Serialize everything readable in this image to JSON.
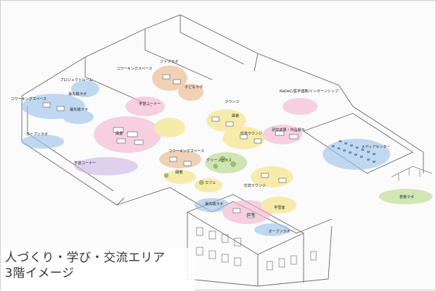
{
  "labels": {
    "coworking_top": "コワーキングスペース",
    "fab_lab": "ファブラボ",
    "project_room": "プロジェクトルーム",
    "kids_lab": "子どもラボ",
    "advanced_lab_w": "最先端ラボ",
    "coworking_w": "コワーキングスペース",
    "advanced_lab_w2": "最先端ラボ",
    "learning_corner_n": "学習コーナー",
    "lounge": "ラウンジ",
    "nadec": "NaDeC/医学連携/インターンシップ",
    "books_n": "図書",
    "open_lab_w": "オープンラボ",
    "books_c": "図書",
    "exchange_lounge_n": "交流ラウンジ",
    "research_results": "研究成果・作品展示",
    "media_center": "メディアセンター",
    "learning_corner_s": "学習コーナー",
    "coworking_c": "コワーキングスペース",
    "books_sw": "図書",
    "green_terrace": "グリーンテラス",
    "cafe": "カフェ",
    "exchange_lounge_s": "交流ラウンジ",
    "advanced_lab_s": "最先端ラボ",
    "books_s": "図書",
    "learning_room": "学習室",
    "open_lab_s": "オープンラボ",
    "wakaba_lab": "若者ラボ"
  },
  "caption": {
    "line1": "人づくり・学び・交流エリア",
    "line2": "3階イメージ"
  },
  "colors": {
    "pink": "#f4b6cf",
    "blue": "#9dc4e8",
    "yellow": "#f3e27a",
    "orange": "#e9b88c",
    "green": "#b8d98a",
    "lilac": "#cdb8e6",
    "line": "#555555"
  }
}
